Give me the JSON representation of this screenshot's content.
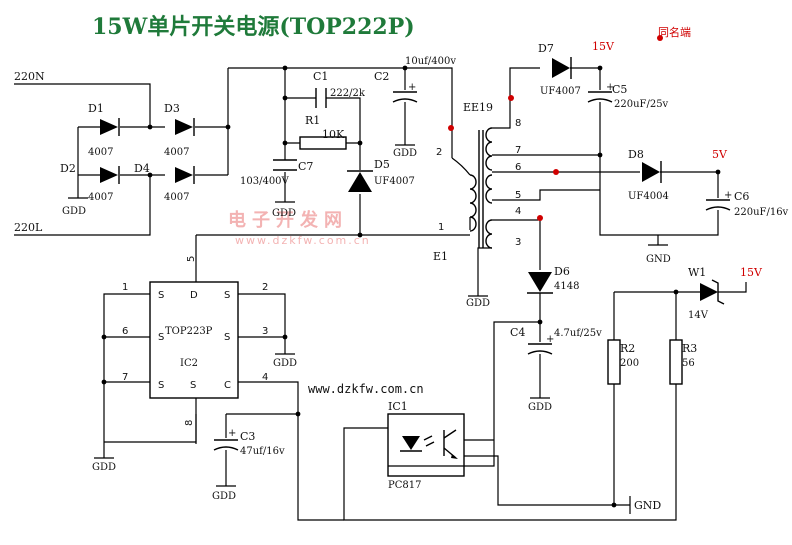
{
  "title": "15W单片开关电源(TOP222P)",
  "legend": {
    "same_name": "同名端"
  },
  "watermark": {
    "cn": "电子开发网",
    "url": "www.dzkfw.com.cn"
  },
  "url_text": "www.dzkfw.com.cn",
  "nets": {
    "ac_n": "220N",
    "ac_l": "220L",
    "gnd": "GDD",
    "gnd2": "GND",
    "v15a": "15V",
    "v5": "5V",
    "v15b": "15V"
  },
  "parts": {
    "d1": "D1",
    "d1v": "4007",
    "d2": "D2",
    "d2v": "4007",
    "d3": "D3",
    "d3v": "4007",
    "d4": "D4",
    "d4v": "4007",
    "c1": "C1",
    "c1v": "222/2k",
    "r1": "R1",
    "r1v": "10K",
    "c2": "C2",
    "c2v": "10uf/400v",
    "c7": "C7",
    "c7v": "103/400V",
    "d5": "D5",
    "d5v": "UF4007",
    "d7": "D7",
    "d7v": "UF4007",
    "c5": "C5",
    "c5v": "220uF/25v",
    "d8": "D8",
    "d8v": "UF4004",
    "c6": "C6",
    "c6v": "220uF/16v",
    "t_core": "EE19",
    "t_name": "E1",
    "d6": "D6",
    "d6v": "4148",
    "c4": "C4",
    "c4v": "4.7uf/25v",
    "w1": "W1",
    "w1v": "14V",
    "r2": "R2",
    "r2v": "200",
    "r3": "R3",
    "r3v": "56",
    "c3": "C3",
    "c3v": "47uf/16v",
    "ic1": "IC1",
    "ic1v": "PC817",
    "ic2_part": "TOP223P",
    "ic2": "IC2"
  },
  "ic_pins": {
    "s": "S",
    "d": "D",
    "c": "C",
    "p1": "1",
    "p2": "2",
    "p3": "3",
    "p4": "4",
    "p5": "5",
    "p6": "6",
    "p7": "7",
    "p8": "8"
  },
  "tx_pins": {
    "p1": "1",
    "p2": "2",
    "p3": "3",
    "p4": "4",
    "p5": "5",
    "p6": "6",
    "p7": "7",
    "p8": "8"
  }
}
